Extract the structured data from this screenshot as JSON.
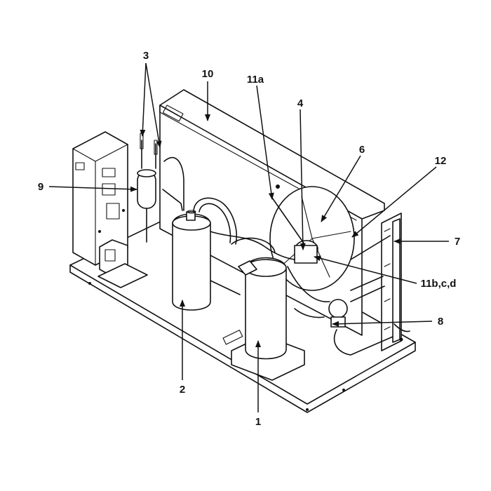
{
  "diagram": {
    "callouts": [
      {
        "id": "c1",
        "label": "1"
      },
      {
        "id": "c2",
        "label": "2"
      },
      {
        "id": "c3",
        "label": "3"
      },
      {
        "id": "c4",
        "label": "4"
      },
      {
        "id": "c6",
        "label": "6"
      },
      {
        "id": "c7",
        "label": "7"
      },
      {
        "id": "c8",
        "label": "8"
      },
      {
        "id": "c9",
        "label": "9"
      },
      {
        "id": "c10",
        "label": "10"
      },
      {
        "id": "c11a",
        "label": "11a"
      },
      {
        "id": "c11b",
        "label": "11b,c,d"
      },
      {
        "id": "c12",
        "label": "12"
      }
    ]
  }
}
